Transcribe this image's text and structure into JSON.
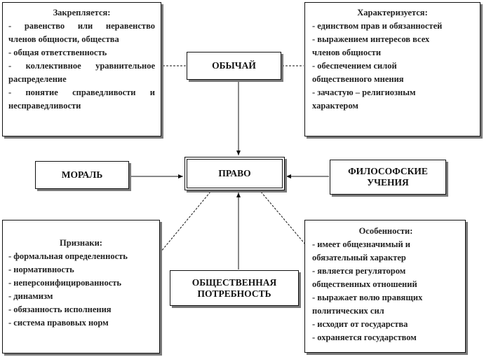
{
  "center": {
    "label": "ПРАВО"
  },
  "custom": {
    "label": "ОБЫЧАЙ"
  },
  "moral": {
    "label": "МОРАЛЬ"
  },
  "philosophy": {
    "label": "ФИЛОСОФСКИЕ УЧЕНИЯ"
  },
  "social_need": {
    "label": "ОБЩЕСТВЕННАЯ ПОТРЕБНОСТЬ"
  },
  "fixed": {
    "heading": "Закрепляется:",
    "lines": [
      "- равенство или неравенство",
      "членов общности, общества",
      "- общая ответственность",
      "- коллективное уравнительное",
      "распределение",
      "- понятие справедливости и",
      "несправедливости"
    ]
  },
  "characterized": {
    "heading": "Характеризуется:",
    "lines": [
      "- единством прав и обязанностей",
      "- выражением интересов всех",
      "членов общности",
      "- обеспечением силой",
      "общественного мнения",
      "- зачастую – религиозным",
      "характером"
    ]
  },
  "signs": {
    "heading": "Признаки:",
    "lines": [
      "- формальная определенность",
      "- нормативность",
      "- неперсонифицированность",
      "- динамизм",
      "- обязанность исполнения",
      "- система правовых норм"
    ]
  },
  "features": {
    "heading": "Особенности:",
    "lines": [
      "- имеет общезначимый и",
      "обязательный характер",
      "- является регулятором",
      "общественных отношений",
      "- выражает волю правящих",
      "политических сил",
      "- исходит от государства",
      "- охраняется государством"
    ]
  },
  "colors": {
    "ink": "#111111",
    "shadow": "#7a7a7a",
    "background": "#ffffff"
  }
}
